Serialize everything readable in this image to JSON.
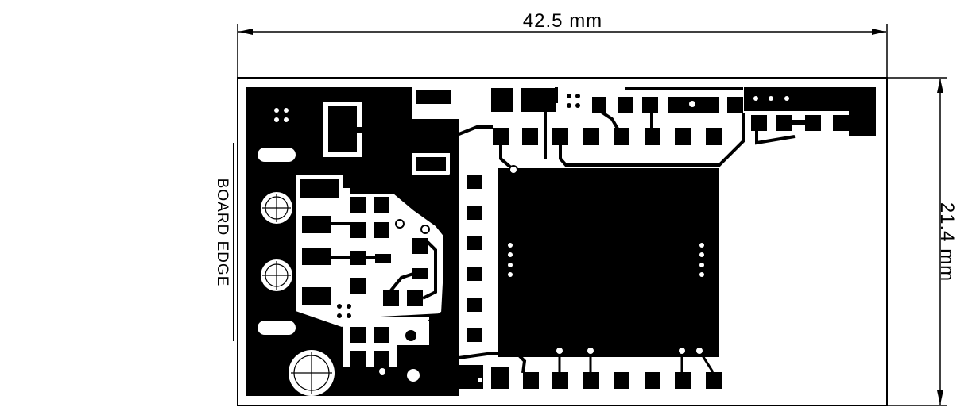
{
  "dimensions": {
    "width_label": "42.5  mm",
    "height_label": "21.4  mm"
  },
  "annotations": {
    "board_edge_label": "BOARD  EDGE"
  },
  "colors": {
    "copper": "#000000",
    "substrate": "#ffffff"
  }
}
